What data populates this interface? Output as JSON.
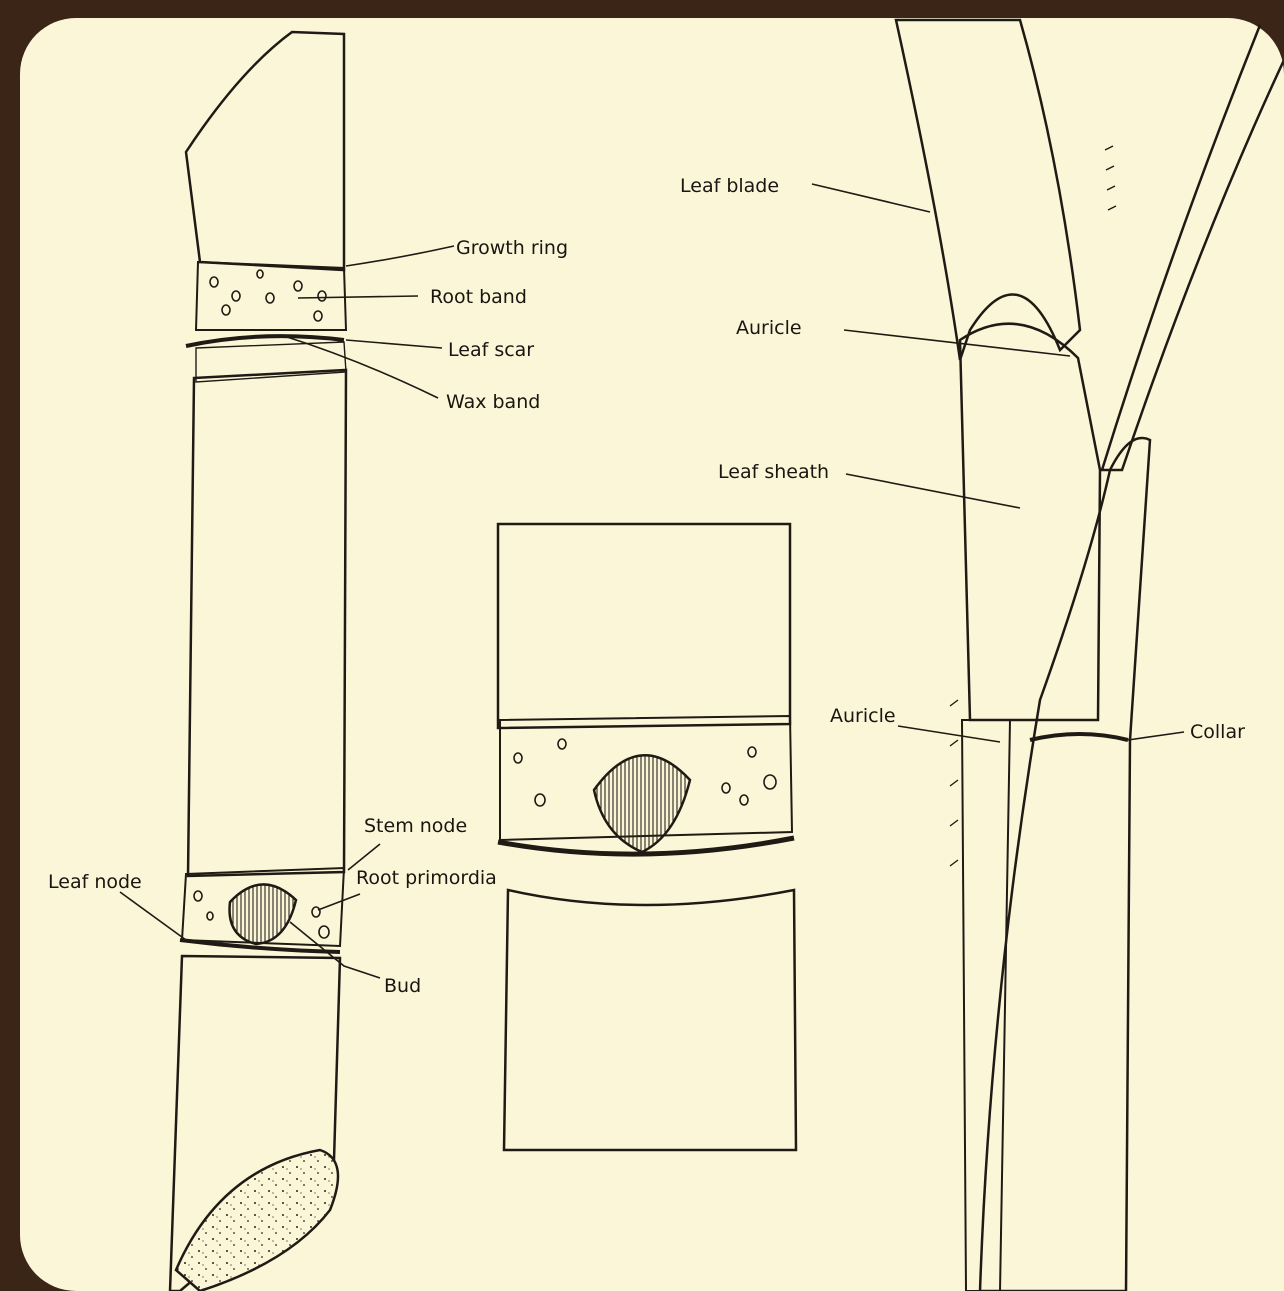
{
  "colors": {
    "frame": "#3a2516",
    "paper": "#fcf6d9",
    "ink": "#1f1a14"
  },
  "labels": {
    "growth_ring": "Growth ring",
    "root_band": "Root band",
    "leaf_scar": "Leaf scar",
    "wax_band": "Wax band",
    "stem_node": "Stem node",
    "root_primordia": "Root primordia",
    "leaf_node": "Leaf node",
    "bud": "Bud",
    "leaf_blade": "Leaf blade",
    "auricle_upper": "Auricle",
    "leaf_sheath": "Leaf sheath",
    "auricle_lower": "Auricle",
    "collar": "Collar"
  }
}
